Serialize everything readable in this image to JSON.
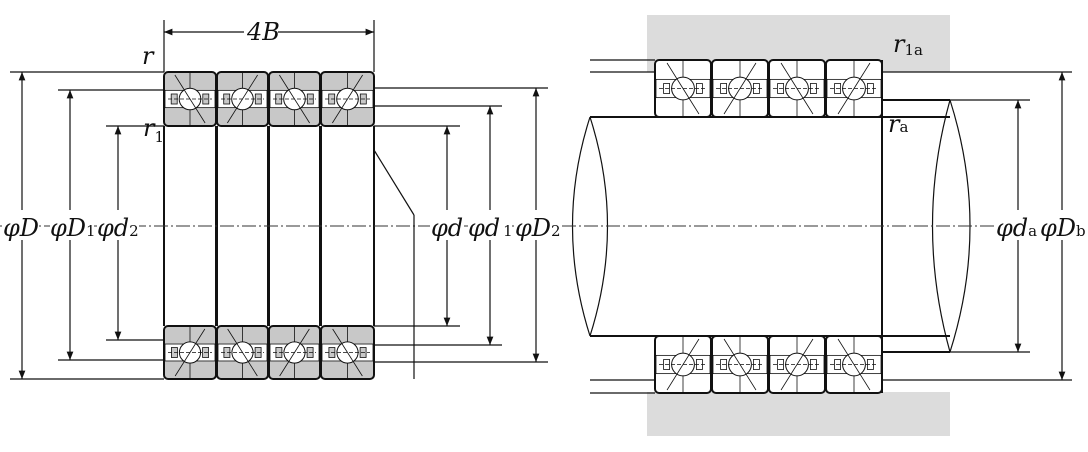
{
  "colors": {
    "ring_fill": "#c8c8c8",
    "housing_fill": "#dcdcdc",
    "line": "#111111"
  },
  "left_figure": {
    "labels": {
      "width": {
        "main": "4B",
        "sub": ""
      },
      "r": {
        "main": "r",
        "sub": ""
      },
      "r1": {
        "main": "r",
        "sub": "1"
      },
      "D": {
        "main": "φD",
        "sub": ""
      },
      "D1": {
        "main": "φD",
        "sub": "1"
      },
      "d2": {
        "main": "φd",
        "sub": "2"
      },
      "d": {
        "main": "φd",
        "sub": ""
      },
      "d1": {
        "main": "φd",
        "sub": "1"
      },
      "D2": {
        "main": "φD",
        "sub": "2"
      }
    },
    "bearing_count": 4
  },
  "right_figure": {
    "labels": {
      "r1a": {
        "main": "r",
        "sub": "1a"
      },
      "ra": {
        "main": "r",
        "sub": "a"
      },
      "da": {
        "main": "φd",
        "sub": "a"
      },
      "Db": {
        "main": "φD",
        "sub": "b"
      }
    },
    "bearing_count": 4
  }
}
